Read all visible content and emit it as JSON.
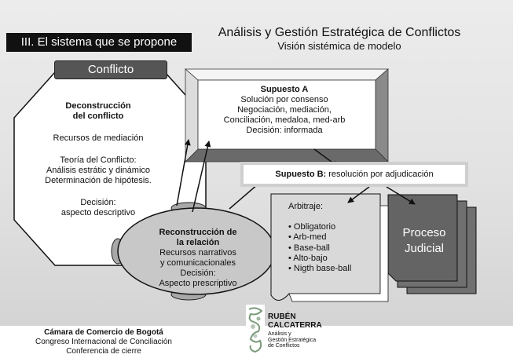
{
  "header": {
    "section": "III. El sistema que se propone",
    "title": "Análisis y Gestión Estratégica de Conflictos",
    "subtitle": "Visión sistémica de modelo"
  },
  "conflicto": {
    "label": "Conflicto"
  },
  "deconstruccion": {
    "title_line1": "Deconstrucción",
    "title_line2": "del conflicto",
    "recursos": "Recursos de mediación",
    "teoria_line1": "Teoría del Conflicto:",
    "teoria_line2": "Análisis estrátic y dinámico",
    "teoria_line3": "Determinación de hipótesis.",
    "decision_line1": "Decisión:",
    "decision_line2": "aspecto descriptivo"
  },
  "supuesto_a": {
    "title": "Supuesto A",
    "line1": "Solución por consenso",
    "line2": "Negociación, mediación,",
    "line3": "Conciliación, medaloa, med-arb",
    "line4": "Decisión: informada"
  },
  "supuesto_b": {
    "title": "Supuesto B:",
    "text": "resolución por adjudicación"
  },
  "reconstruccion": {
    "title_line1": "Reconstrucción de",
    "title_line2": "la relación",
    "line1": "Recursos narrativos",
    "line2": "y comunicacionales",
    "line3": "Decisión:",
    "line4": "Aspecto prescriptivo"
  },
  "arbitraje": {
    "title": "Arbitraje:",
    "items": [
      "• Obligatorio",
      "• Arb-med",
      "• Base-ball",
      "• Alto-bajo",
      "• Nigth base-ball"
    ]
  },
  "proceso": {
    "line1": "Proceso",
    "line2": "Judicial"
  },
  "footer": {
    "line1": "Cámara de Comercio de Bogotá",
    "line2": "Congreso Internacional de Conciliación",
    "line3": "Conferencia de cierre"
  },
  "author": {
    "name_line1": "RUBÉN",
    "name_line2": "CALCATERRA",
    "sub_line1": "Análisis y",
    "sub_line2": "Gestión Estratégica",
    "sub_line3": "de Conflictos"
  },
  "colors": {
    "dark_box": "#555555",
    "process_stack": "#666666",
    "arbitraje_paper": "#d9d9d9",
    "ellipse": "#c8c8c8"
  }
}
